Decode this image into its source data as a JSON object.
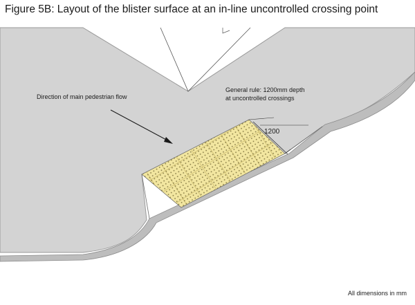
{
  "figure": {
    "title": "Figure 5B: Layout of the blister surface at an in-line uncontrolled crossing point"
  },
  "annotations": {
    "pedestrian_flow": "Direction of main pedestrian flow",
    "general_rule_line1": "General rule: 1200mm depth",
    "general_rule_line2": "at uncontrolled crossings",
    "dimension_value": "1200"
  },
  "footer": {
    "units_note": "All dimensions in mm"
  },
  "colors": {
    "footway": "#d3d3d3",
    "footway_edge": "#b9b9b9",
    "carriageway": "#ffffff",
    "blister_fill": "#f2e6a0",
    "blister_dot": "#6d6230",
    "outline": "#555555"
  }
}
